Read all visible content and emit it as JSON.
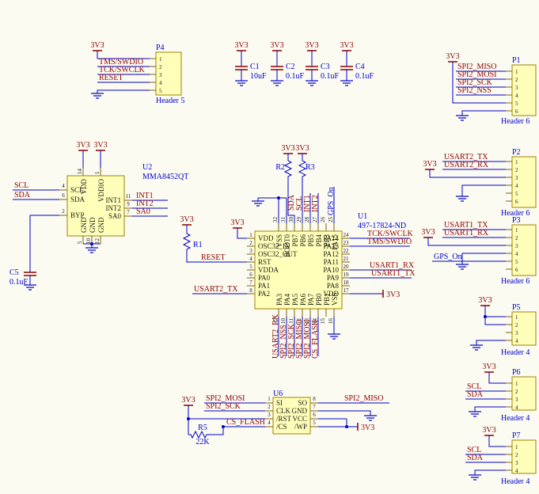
{
  "canvas": {
    "background": "#FBFBF2"
  },
  "palette": {
    "wire": "#0000C8",
    "net_label": "#8B0000",
    "port_label": "#0000C8",
    "designator": "#0000D0",
    "pin_text": "#1A1A1A",
    "component_fill": "#FFFFB9",
    "component_border": "#A08000",
    "power_flag": "#8B0000",
    "ground": "#0000C8"
  },
  "nets": {
    "v33": "3V3",
    "tms_swdio": "TMS/SWDIO",
    "tck_swclk": "TCK/SWCLK",
    "reset": "RESET",
    "scl": "SCL",
    "sda": "SDA",
    "int1": "INT1",
    "int2": "INT2",
    "sa0": "SA0",
    "usart1_tx": "USART1_TX",
    "usart1_rx": "USART1_RX",
    "usart2_tx": "USART2_TX",
    "usart2_rx": "USART2_RX",
    "gps_on": "GPS_On",
    "spi2_miso": "SPI2_MISO",
    "spi2_mosi": "SPI2_MOSI",
    "spi2_sck": "SPI2_SCK",
    "spi2_nss": "SPI2_NSS",
    "cs_flash": "CS_FLASH"
  },
  "components": {
    "P4": {
      "ref": "P4",
      "value": "Header 5",
      "pins": [
        "1",
        "2",
        "3",
        "4",
        "5"
      ]
    },
    "P1": {
      "ref": "P1",
      "value": "Header 6",
      "pins": [
        "1",
        "2",
        "3",
        "4",
        "5",
        "6"
      ]
    },
    "P2": {
      "ref": "P2",
      "value": "Header 6",
      "pins": [
        "1",
        "2",
        "3",
        "4",
        "5",
        "6"
      ]
    },
    "P3": {
      "ref": "P3",
      "value": "Header 6",
      "pins": [
        "1",
        "2",
        "3",
        "4",
        "5",
        "6"
      ]
    },
    "P5": {
      "ref": "P5",
      "value": "Header 4",
      "pins": [
        "1",
        "2",
        "3",
        "4"
      ]
    },
    "P6": {
      "ref": "P6",
      "value": "Header 4",
      "pins": [
        "1",
        "2",
        "3",
        "4"
      ]
    },
    "P7": {
      "ref": "P7",
      "value": "Header 4",
      "pins": [
        "1",
        "2",
        "3",
        "4"
      ]
    },
    "C1": {
      "ref": "C1",
      "value": "10uF"
    },
    "C2": {
      "ref": "C2",
      "value": "0.1uF"
    },
    "C3": {
      "ref": "C3",
      "value": "0.1uF"
    },
    "C4": {
      "ref": "C4",
      "value": "0.1uF"
    },
    "C5": {
      "ref": "C5",
      "value": "0.1uF"
    },
    "R1": {
      "ref": "R1"
    },
    "R2": {
      "ref": "R2"
    },
    "R3": {
      "ref": "R3"
    },
    "R5": {
      "ref": "R5",
      "value": "22K"
    },
    "U2": {
      "ref": "U2",
      "value": "MMA8452QT",
      "top": [
        {
          "num": "14",
          "name": "VDD"
        },
        {
          "num": "1",
          "name": "VDDIO"
        }
      ],
      "left": [
        {
          "num": "4",
          "name": "SCL"
        },
        {
          "num": "6",
          "name": "SDA"
        },
        {
          "num": "2",
          "name": "BYP"
        }
      ],
      "right": [
        {
          "num": "11",
          "name": "INT1"
        },
        {
          "num": "9",
          "name": "INT2"
        },
        {
          "num": "7",
          "name": "SA0"
        }
      ],
      "bottom": [
        {
          "num": "5",
          "name": "GND"
        },
        {
          "num": "10",
          "name": "GND"
        },
        {
          "num": "12",
          "name": "GND"
        }
      ]
    },
    "U1": {
      "ref": "U1",
      "value": "497-17824-ND",
      "left": [
        {
          "num": "1",
          "name": "VDD"
        },
        {
          "num": "2",
          "name": "OSC32_IN"
        },
        {
          "num": "3",
          "name": "OSC32_OUT"
        },
        {
          "num": "4",
          "name": "RST"
        },
        {
          "num": "5",
          "name": "VDDA"
        },
        {
          "num": "6",
          "name": "PA0"
        },
        {
          "num": "7",
          "name": "PA1"
        },
        {
          "num": "8",
          "name": "PA2"
        }
      ],
      "top": [
        {
          "num": "32",
          "name": "VSS"
        },
        {
          "num": "31",
          "name": "BOOT0"
        },
        {
          "num": "30",
          "name": "PB7"
        },
        {
          "num": "29",
          "name": "PB6"
        },
        {
          "num": "28",
          "name": "PB5"
        },
        {
          "num": "27",
          "name": "PB4"
        },
        {
          "num": "26",
          "name": "PB3"
        },
        {
          "num": "25",
          "name": "PA15"
        }
      ],
      "right": [
        {
          "num": "24",
          "name": "PA14"
        },
        {
          "num": "23",
          "name": "PA13"
        },
        {
          "num": "22",
          "name": "PA12"
        },
        {
          "num": "21",
          "name": "PA11"
        },
        {
          "num": "20",
          "name": "PA10"
        },
        {
          "num": "19",
          "name": "PA9"
        },
        {
          "num": "18",
          "name": "PA8"
        },
        {
          "num": "17",
          "name": "VDD"
        }
      ],
      "bottom": [
        {
          "num": "9",
          "name": "PA3"
        },
        {
          "num": "10",
          "name": "PA4"
        },
        {
          "num": "11",
          "name": "PA5"
        },
        {
          "num": "12",
          "name": "PA6"
        },
        {
          "num": "13",
          "name": "PA7"
        },
        {
          "num": "14",
          "name": "PB0"
        },
        {
          "num": "15",
          "name": "PB1"
        },
        {
          "num": "16",
          "name": "VSS"
        }
      ]
    },
    "U6": {
      "ref": "U6",
      "left": [
        {
          "num": "1",
          "name": "SI"
        },
        {
          "num": "2",
          "name": "CLK"
        },
        {
          "num": "3",
          "name": "/RST"
        },
        {
          "num": "4",
          "name": "/CS"
        }
      ],
      "right": [
        {
          "num": "8",
          "name": "SO"
        },
        {
          "num": "7",
          "name": "GND"
        },
        {
          "num": "6",
          "name": "VCC"
        },
        {
          "num": "5",
          "name": "/WP"
        }
      ]
    }
  }
}
